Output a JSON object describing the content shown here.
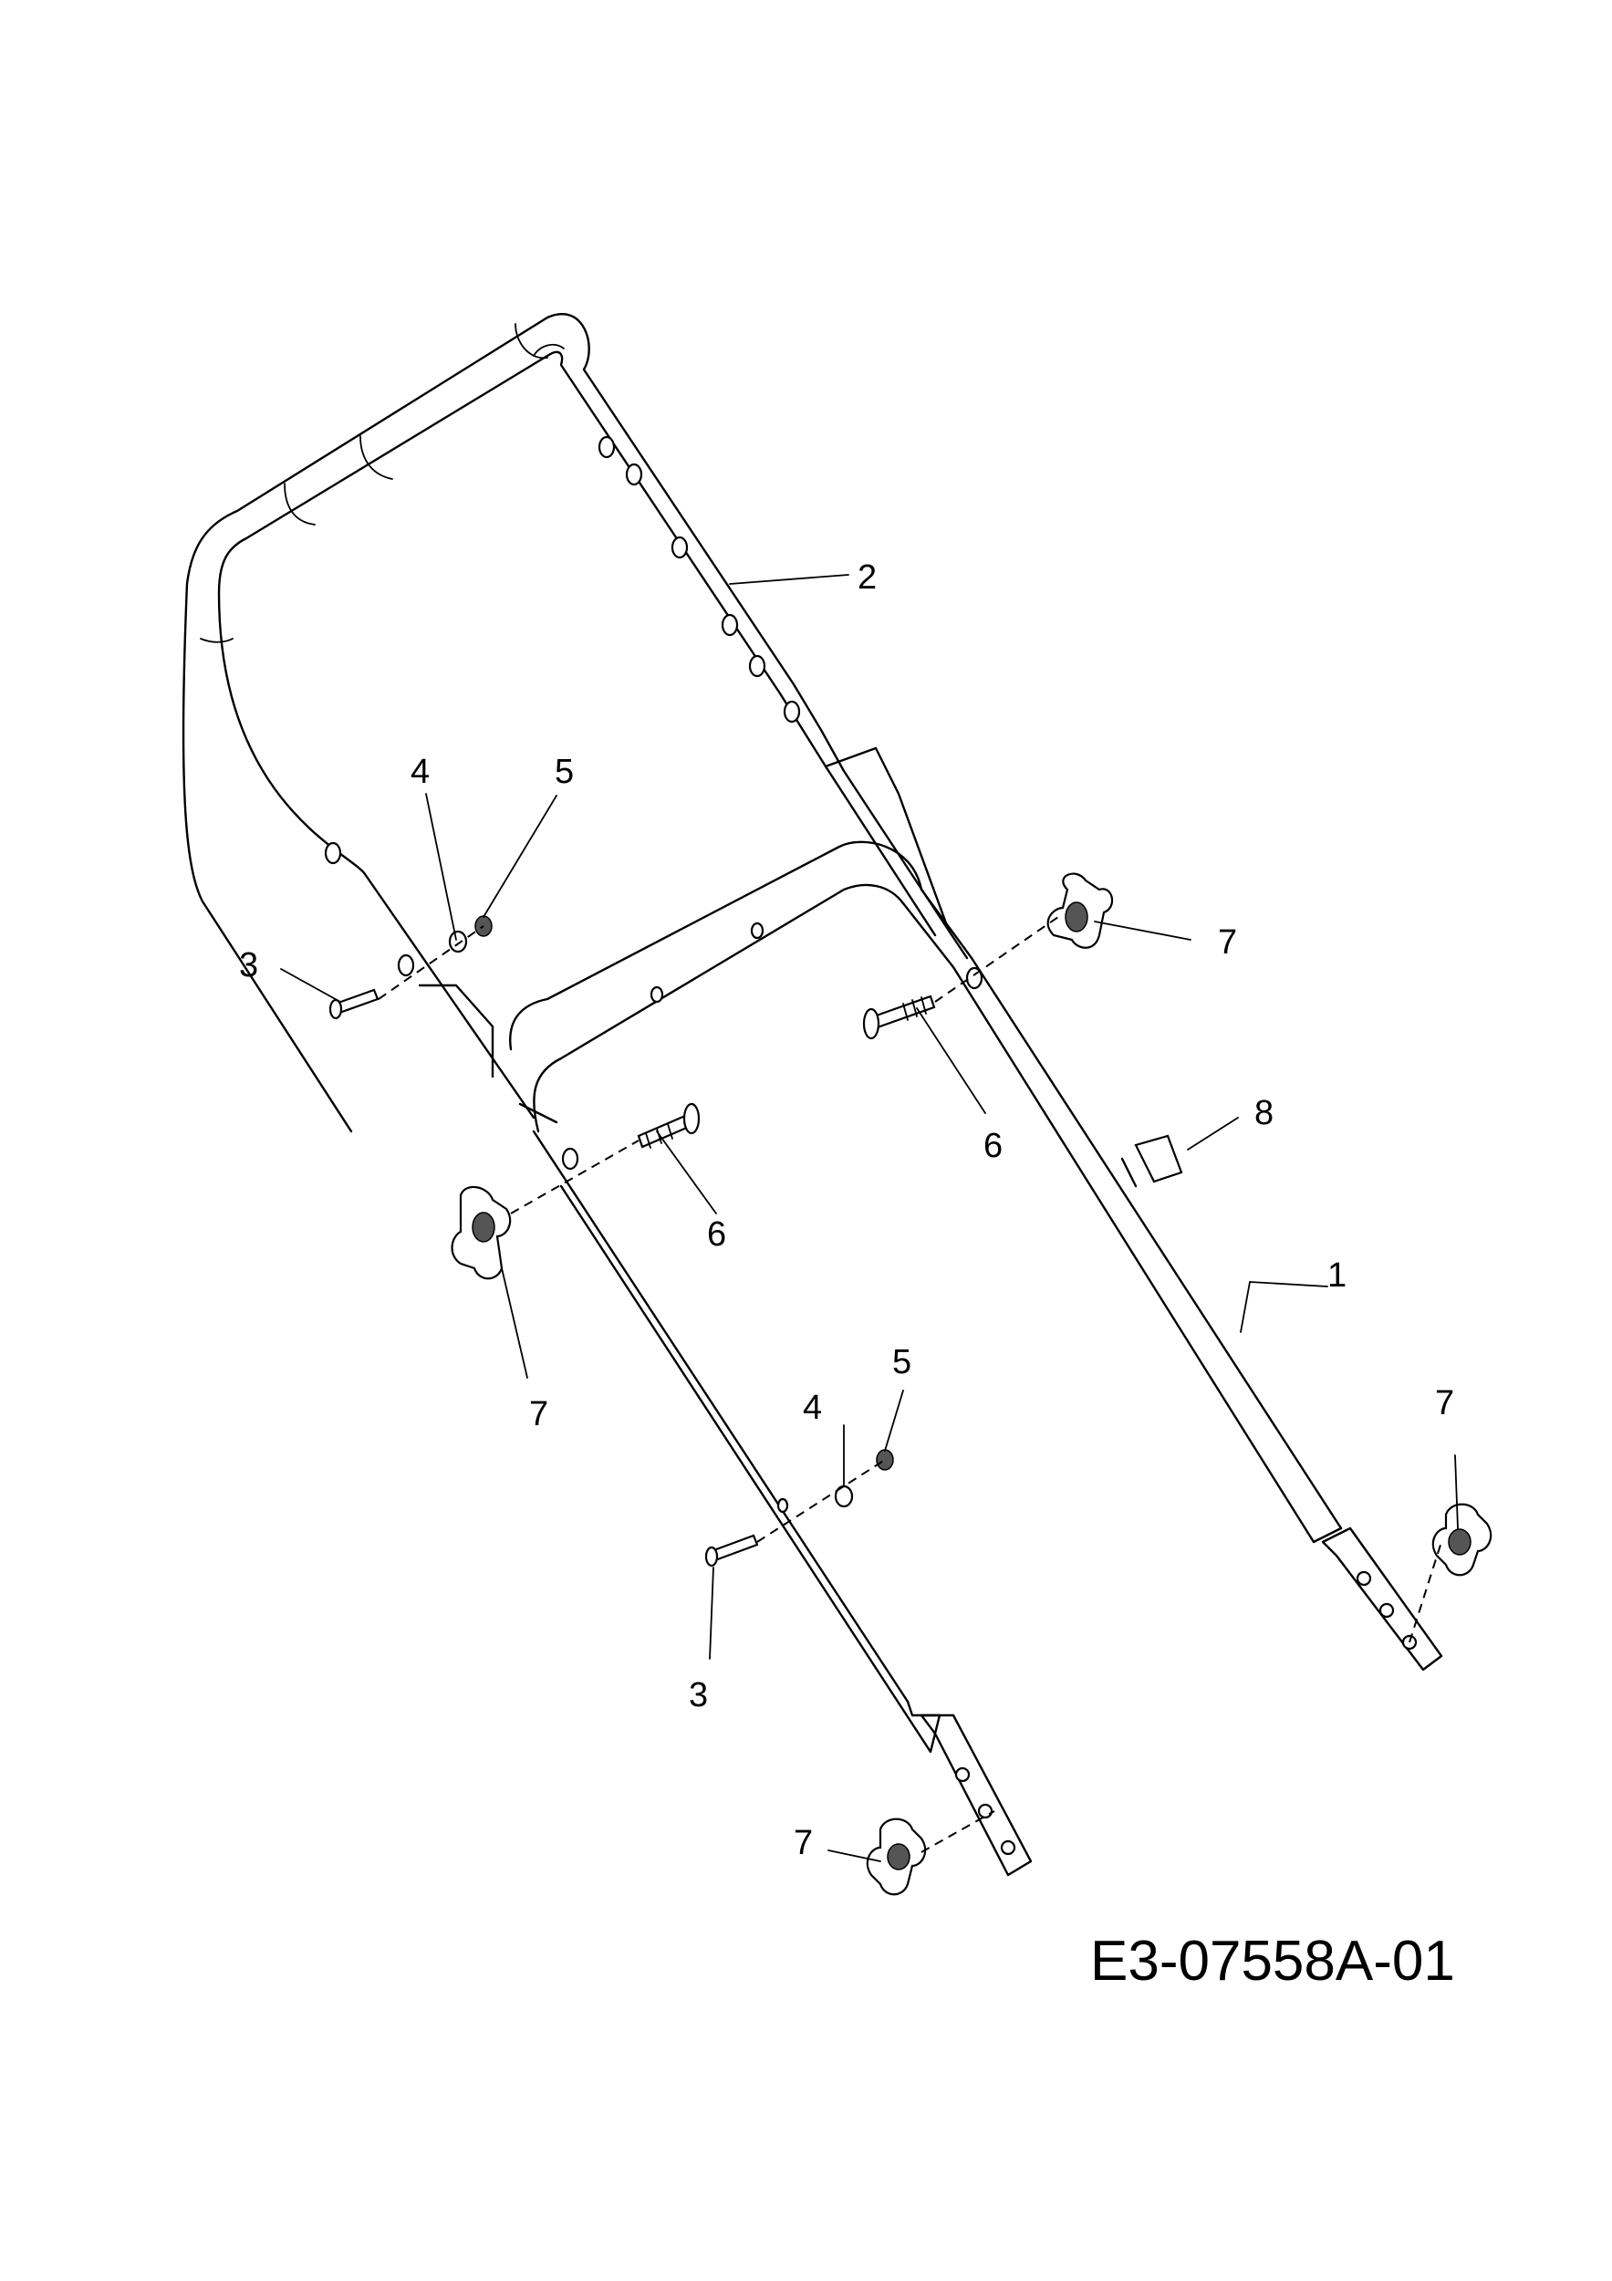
{
  "diagram": {
    "drawing_code": "E3-07558A-01",
    "callouts": [
      {
        "id": "c1",
        "label": "1"
      },
      {
        "id": "c2",
        "label": "2"
      },
      {
        "id": "c3a",
        "label": "3"
      },
      {
        "id": "c3b",
        "label": "3"
      },
      {
        "id": "c4a",
        "label": "4"
      },
      {
        "id": "c4b",
        "label": "4"
      },
      {
        "id": "c5a",
        "label": "5"
      },
      {
        "id": "c5b",
        "label": "5"
      },
      {
        "id": "c6a",
        "label": "6"
      },
      {
        "id": "c6b",
        "label": "6"
      },
      {
        "id": "c7a",
        "label": "7"
      },
      {
        "id": "c7b",
        "label": "7"
      },
      {
        "id": "c7c",
        "label": "7"
      },
      {
        "id": "c7d",
        "label": "7"
      },
      {
        "id": "c8",
        "label": "8"
      }
    ]
  }
}
